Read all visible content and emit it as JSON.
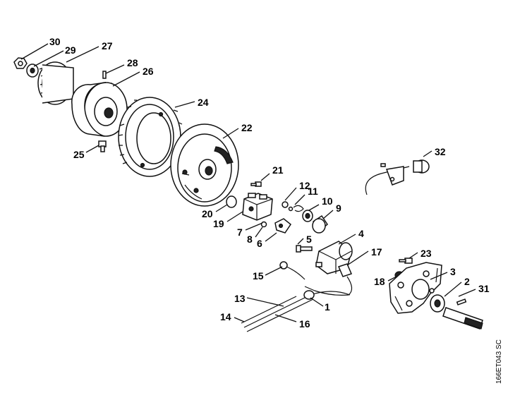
{
  "diagram": {
    "code": "166ET043 SC",
    "callouts": [
      {
        "id": "30",
        "text": "30"
      },
      {
        "id": "29",
        "text": "29"
      },
      {
        "id": "27",
        "text": "27"
      },
      {
        "id": "28",
        "text": "28"
      },
      {
        "id": "26",
        "text": "26"
      },
      {
        "id": "24",
        "text": "24"
      },
      {
        "id": "22",
        "text": "22"
      },
      {
        "id": "25",
        "text": "25"
      },
      {
        "id": "21",
        "text": "21"
      },
      {
        "id": "12",
        "text": "12"
      },
      {
        "id": "11",
        "text": "11"
      },
      {
        "id": "10",
        "text": "10"
      },
      {
        "id": "9",
        "text": "9"
      },
      {
        "id": "20",
        "text": "20"
      },
      {
        "id": "19",
        "text": "19"
      },
      {
        "id": "7",
        "text": "7"
      },
      {
        "id": "8",
        "text": "8"
      },
      {
        "id": "6",
        "text": "6"
      },
      {
        "id": "5",
        "text": "5"
      },
      {
        "id": "4",
        "text": "4"
      },
      {
        "id": "17",
        "text": "17"
      },
      {
        "id": "15",
        "text": "15"
      },
      {
        "id": "32",
        "text": "32"
      },
      {
        "id": "23",
        "text": "23"
      },
      {
        "id": "3",
        "text": "3"
      },
      {
        "id": "18",
        "text": "18"
      },
      {
        "id": "2",
        "text": "2"
      },
      {
        "id": "31",
        "text": "31"
      },
      {
        "id": "13",
        "text": "13"
      },
      {
        "id": "1",
        "text": "1"
      },
      {
        "id": "14",
        "text": "14"
      },
      {
        "id": "16",
        "text": "16"
      }
    ]
  }
}
